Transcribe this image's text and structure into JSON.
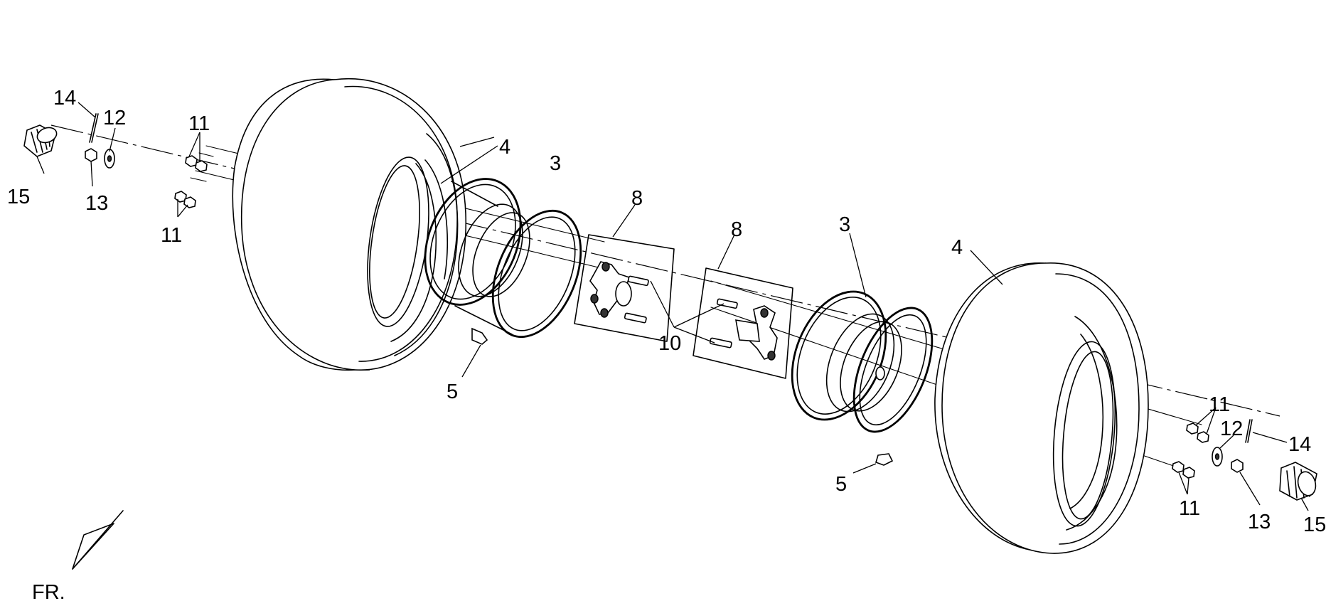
{
  "callouts": {
    "n3": "3",
    "n4": "4",
    "n5": "5",
    "n8": "8",
    "n10": "10",
    "n11": "11",
    "n12": "12",
    "n13": "13",
    "n14": "14",
    "n15": "15"
  },
  "front_marker": "FR."
}
